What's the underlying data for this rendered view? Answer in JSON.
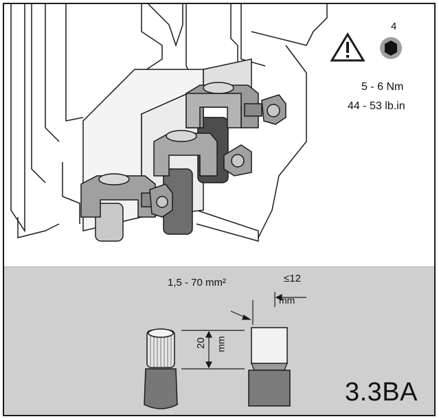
{
  "header": {
    "warning_icon": "warning-triangle-icon",
    "tool_icon": "hex-socket-icon",
    "socket_size": "4"
  },
  "torque": {
    "nm": "5 - 6 Nm",
    "lbin": "44 - 53 lb.in"
  },
  "cable": {
    "section_range": "1,5 - 70 mm²",
    "strip_length_value": "≤12",
    "strip_length_unit": "mm",
    "height_value": "20",
    "height_unit": "mm"
  },
  "model": {
    "code": "3.3BA"
  },
  "colors": {
    "panel_gray": "#cfcfcf",
    "metal": "#8a8a8a",
    "dark_cable": "#555555",
    "line": "#1a1a1a"
  }
}
